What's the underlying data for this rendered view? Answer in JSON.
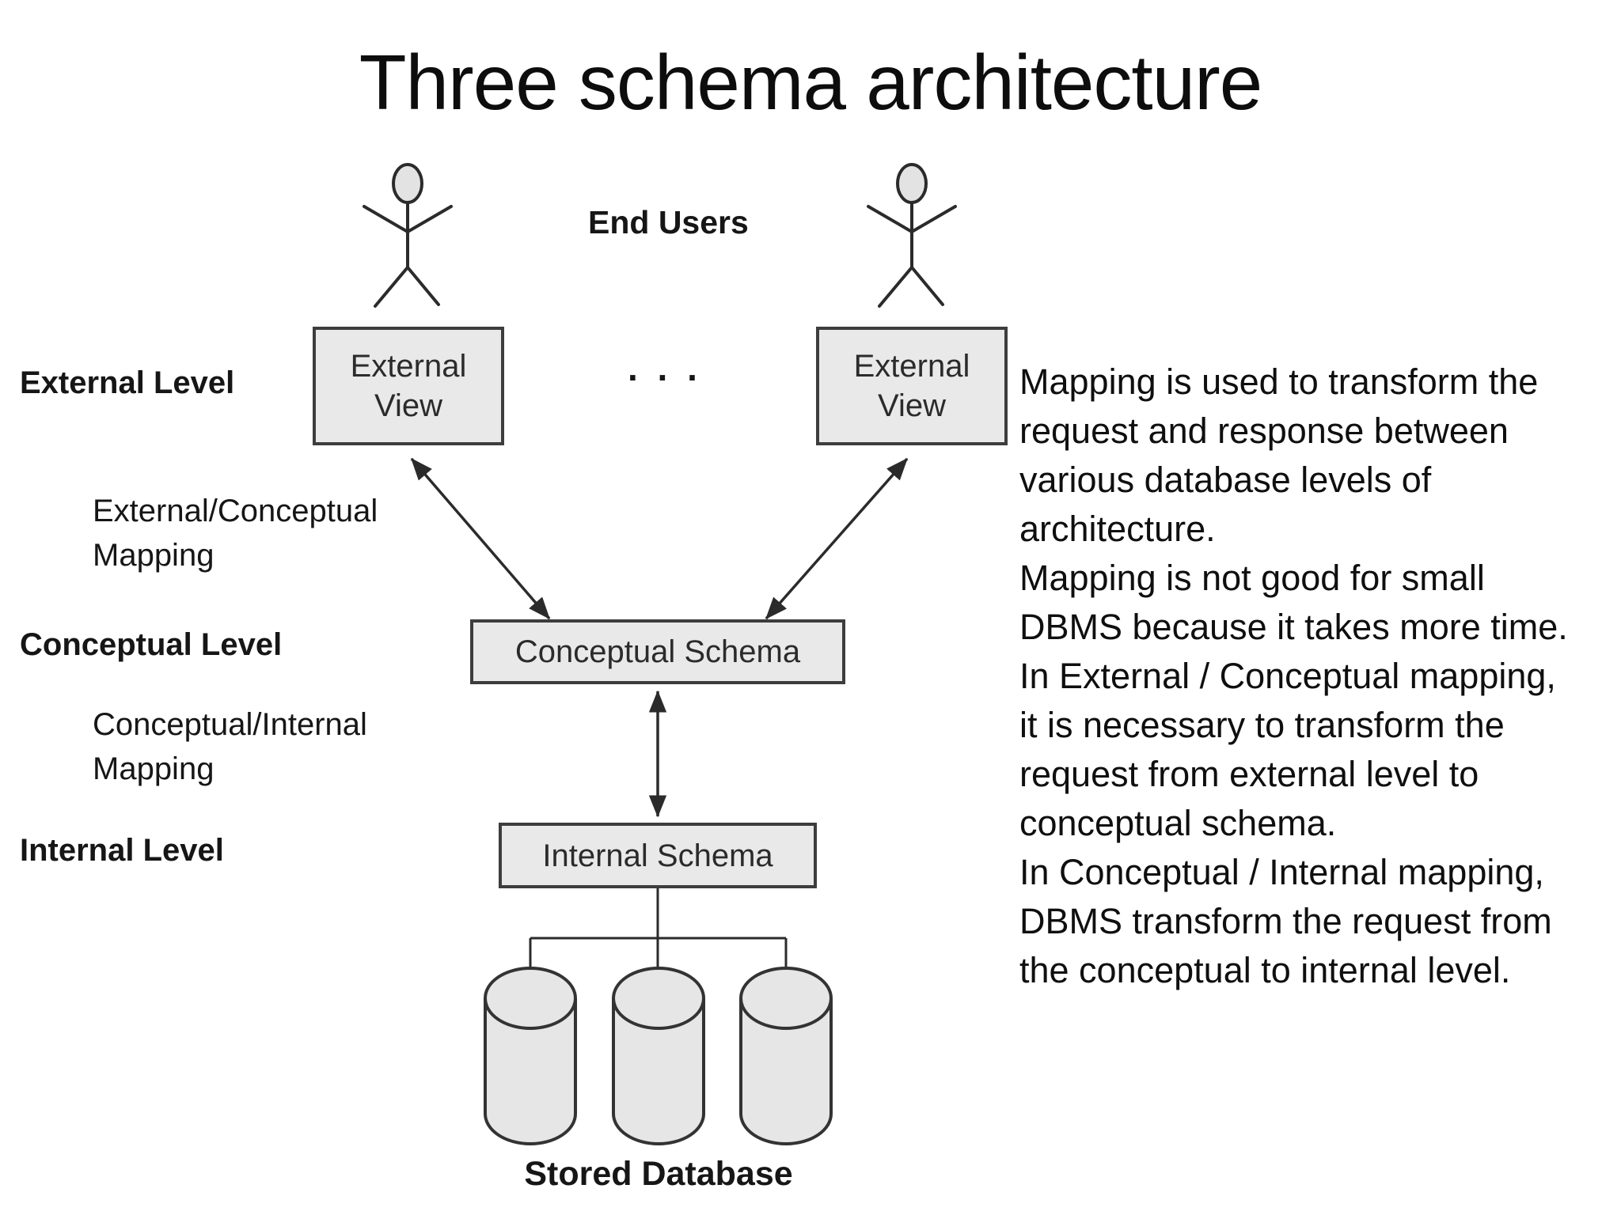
{
  "title": "Three schema architecture",
  "diagram": {
    "end_users_label": "End Users",
    "ellipsis": ". . .",
    "external_view_left": {
      "line1": "External",
      "line2": "View"
    },
    "external_view_right": {
      "line1": "External",
      "line2": "View"
    },
    "conceptual_schema_label": "Conceptual Schema",
    "internal_schema_label": "Internal Schema",
    "stored_database_label": "Stored Database",
    "levels": {
      "external_level": "External Level",
      "external_conceptual_mapping": {
        "line1": "External/Conceptual",
        "line2": "Mapping"
      },
      "conceptual_level": "Conceptual Level",
      "conceptual_internal_mapping": {
        "line1": "Conceptual/Internal",
        "line2": "Mapping"
      },
      "internal_level": "Internal Level"
    }
  },
  "right_text": {
    "lines": [
      "Mapping is used to transform the",
      "request and response between",
      "various database levels of",
      "architecture.",
      "Mapping is not good for small",
      "DBMS because it takes more time.",
      "In External / Conceptual mapping,",
      "it is necessary to transform the",
      "request from external level to",
      "conceptual schema.",
      "In Conceptual / Internal mapping,",
      "DBMS transform the request from",
      "the conceptual to internal level."
    ]
  },
  "colors": {
    "background": "#ffffff",
    "box_fill": "#e9e9e9",
    "box_border": "#3d3d3d",
    "line": "#2b2b2b",
    "text": "#111111"
  }
}
